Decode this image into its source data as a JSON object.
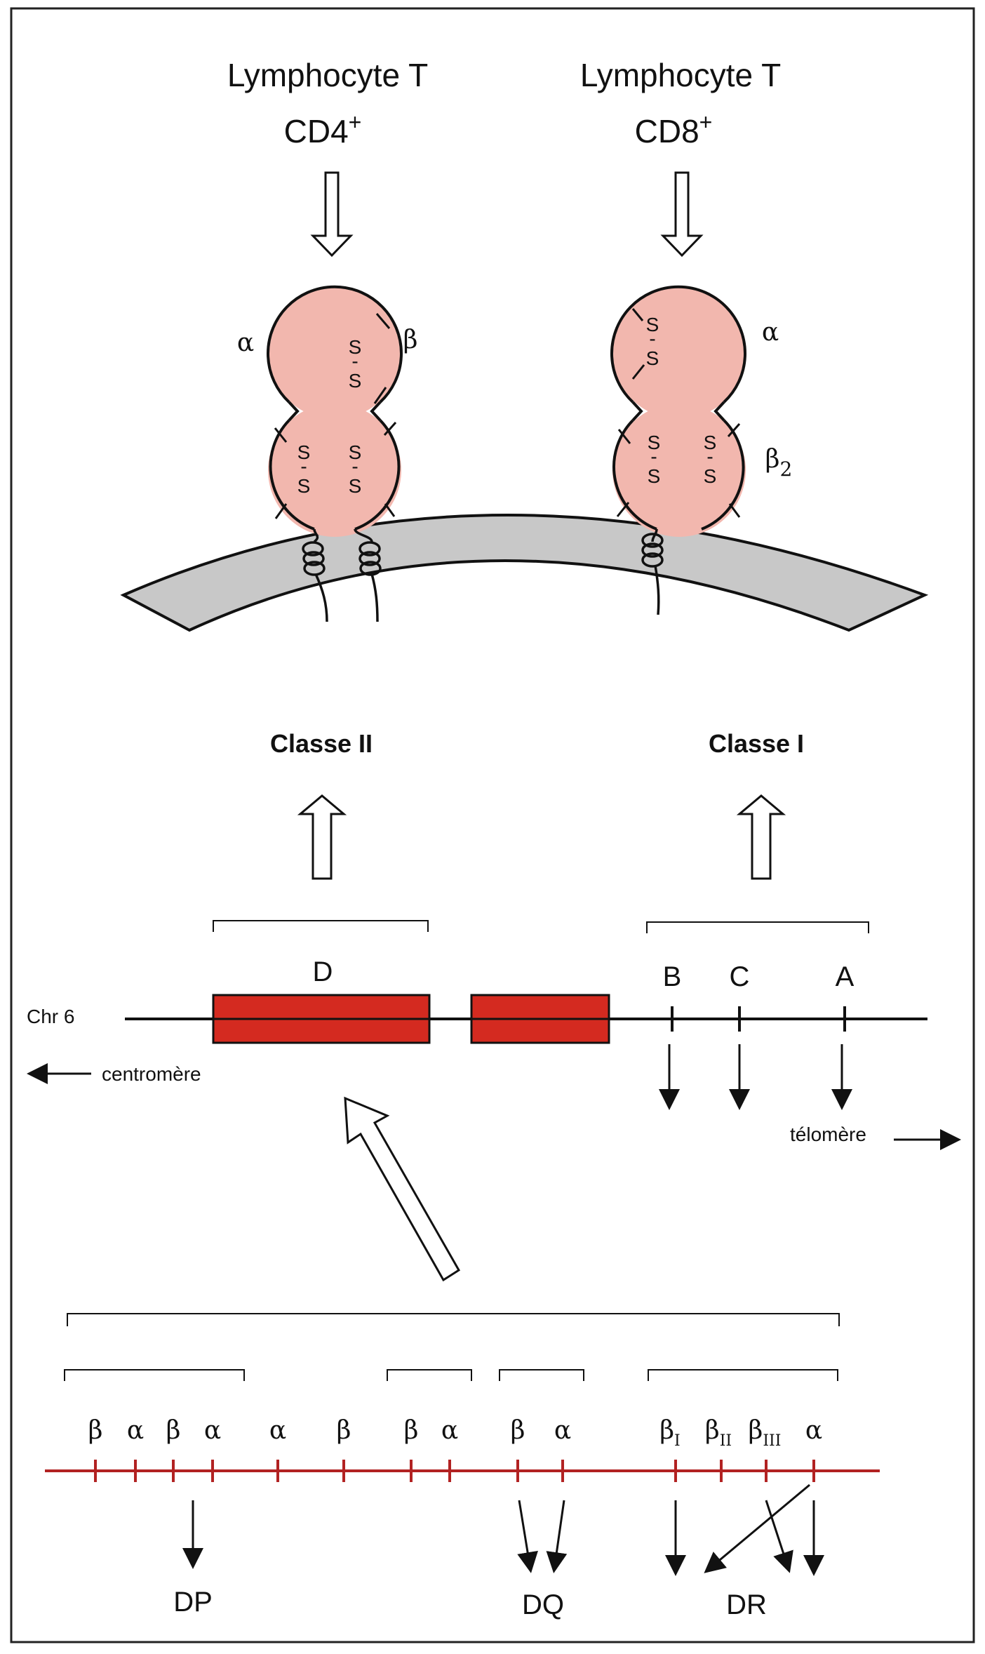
{
  "figure": {
    "left_cell_title": "Lymphocyte T",
    "left_cell_subtitle": "CD4",
    "left_cell_sup": "+",
    "right_cell_title": "Lymphocyte T",
    "right_cell_subtitle": "CD8",
    "right_cell_sup": "+",
    "class2_label": "Classe II",
    "class1_label": "Classe I",
    "alpha": "α",
    "beta": "β",
    "beta2": "β",
    "beta2_sub": "2",
    "disulfide_s": "S",
    "disulfide_dash": "-",
    "molecule_color": "#f2b7ae",
    "membrane_color": "#c8c8c8",
    "chromosome_block_color": "#d42a20",
    "gene_line_color": "#b22222"
  },
  "chromosome": {
    "label": "Chr 6",
    "region_d": "D",
    "loci": [
      "B",
      "C",
      "A"
    ],
    "centromere": "centromère",
    "telomere": "télomère"
  },
  "class2_genes": {
    "loci": [
      "β",
      "α",
      "β",
      "α",
      "α",
      "β",
      "β",
      "α",
      "β",
      "α",
      "β",
      "β",
      "β",
      "α"
    ],
    "dr_subscripts": [
      "I",
      "II",
      "III"
    ],
    "groups": [
      "DP",
      "DQ",
      "DR"
    ]
  }
}
